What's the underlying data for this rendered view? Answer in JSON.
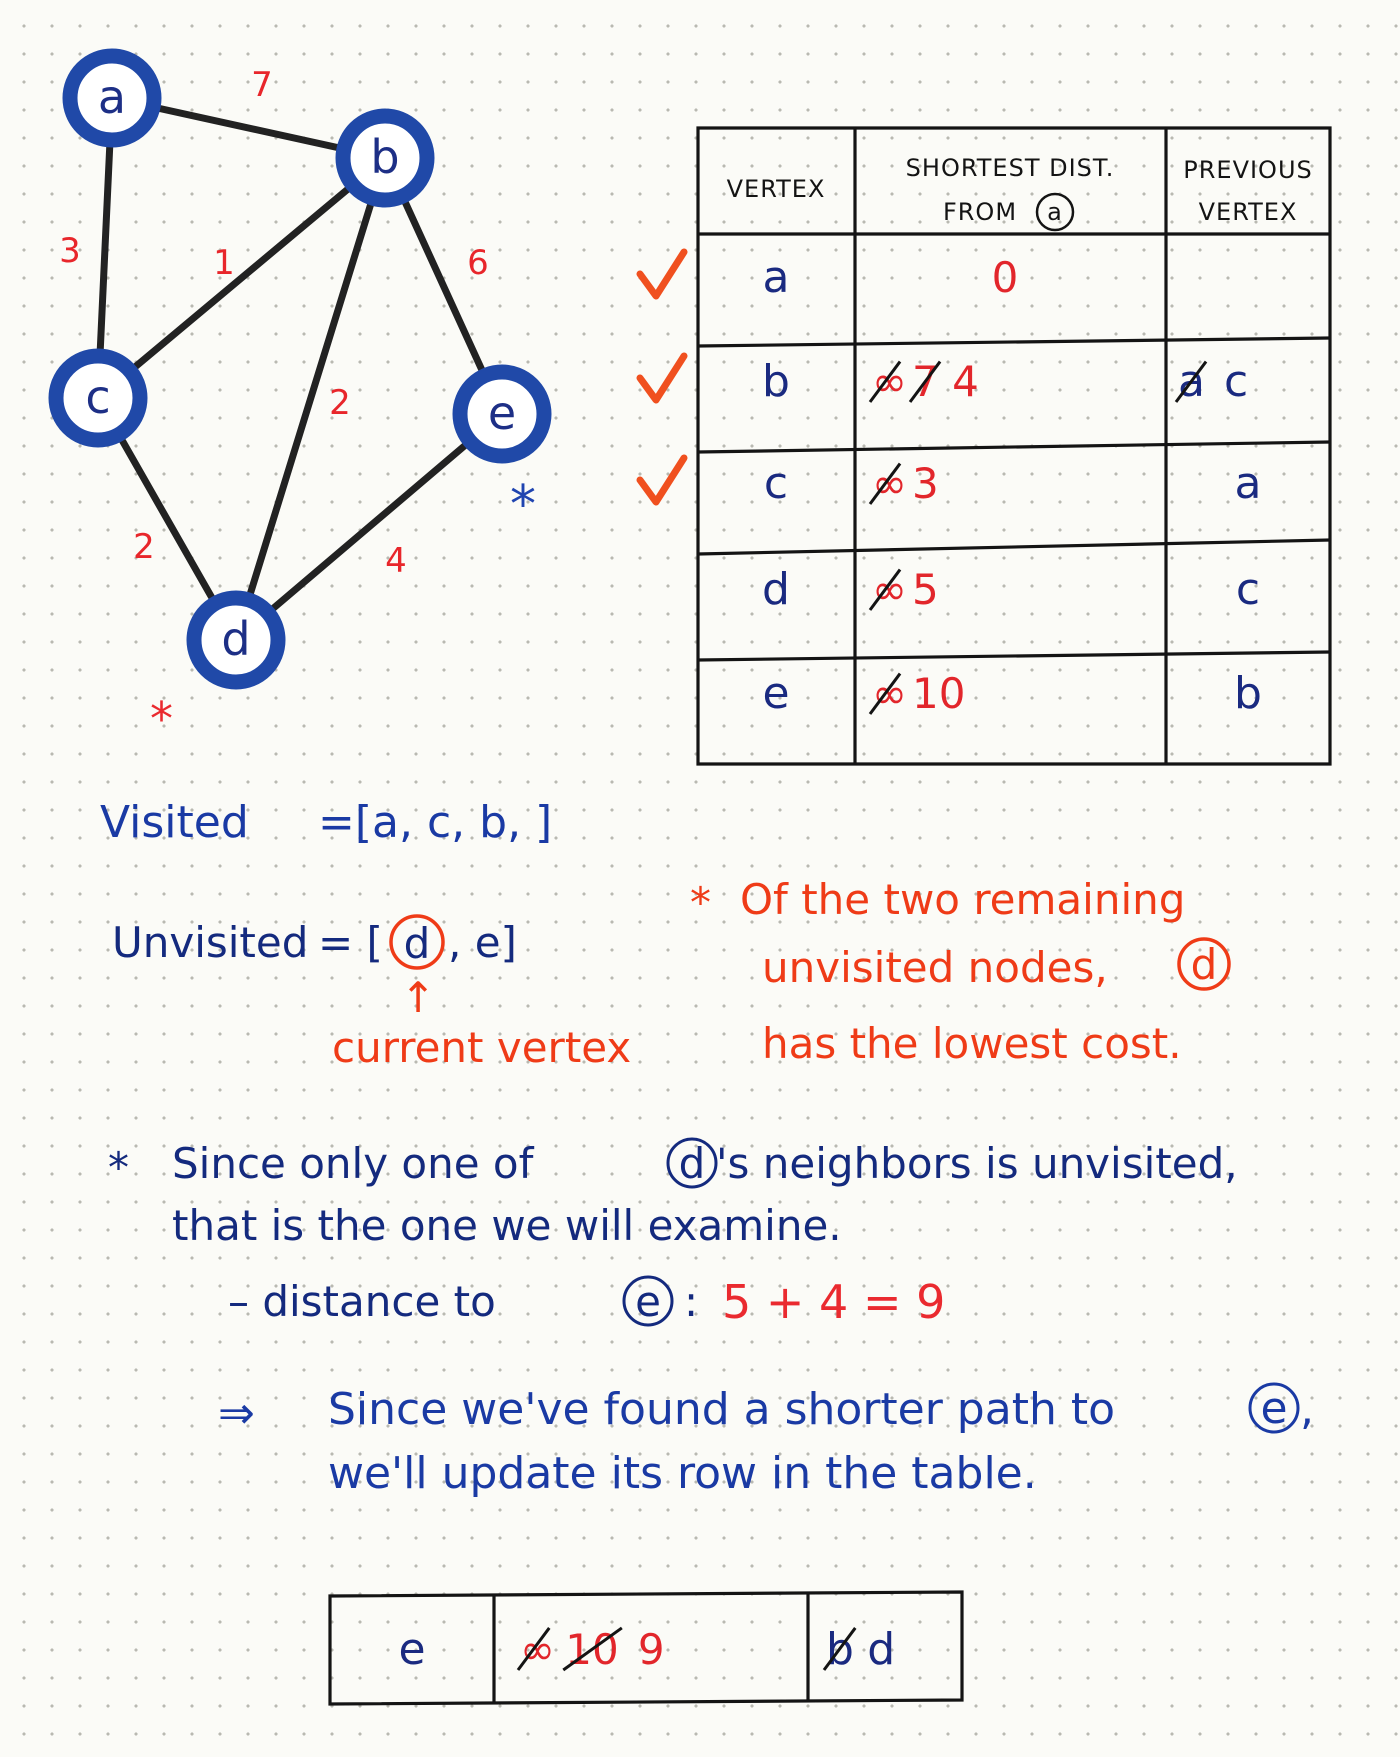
{
  "graph": {
    "nodes": [
      {
        "id": "a",
        "label": "a"
      },
      {
        "id": "b",
        "label": "b"
      },
      {
        "id": "c",
        "label": "c"
      },
      {
        "id": "d",
        "label": "d"
      },
      {
        "id": "e",
        "label": "e"
      }
    ],
    "edges": [
      {
        "from": "a",
        "to": "b",
        "weight": "7"
      },
      {
        "from": "a",
        "to": "c",
        "weight": "3"
      },
      {
        "from": "b",
        "to": "c",
        "weight": "1"
      },
      {
        "from": "b",
        "to": "d",
        "weight": "2"
      },
      {
        "from": "b",
        "to": "e",
        "weight": "6"
      },
      {
        "from": "c",
        "to": "d",
        "weight": "2"
      },
      {
        "from": "d",
        "to": "e",
        "weight": "4"
      }
    ],
    "marked_nodes": {
      "d": "*",
      "e": "*"
    }
  },
  "table": {
    "headers": {
      "vertex": "VERTEX",
      "dist_line1": "SHORTEST DIST.",
      "dist_line2": "FROM",
      "dist_circled": "a",
      "prev_line1": "PREVIOUS",
      "prev_line2": "VERTEX"
    },
    "rows": [
      {
        "vertex": "a",
        "dist_struck": [],
        "dist": "0",
        "prev_struck": "",
        "prev": "",
        "checked": true
      },
      {
        "vertex": "b",
        "dist_struck": [
          "∞",
          "7"
        ],
        "dist": "4",
        "prev_struck": "a",
        "prev": "c",
        "checked": true
      },
      {
        "vertex": "c",
        "dist_struck": [
          "∞"
        ],
        "dist": "3",
        "prev_struck": "",
        "prev": "a",
        "checked": true
      },
      {
        "vertex": "d",
        "dist_struck": [
          "∞"
        ],
        "dist": "5",
        "prev_struck": "",
        "prev": "c",
        "checked": false
      },
      {
        "vertex": "e",
        "dist_struck": [
          "∞"
        ],
        "dist": "10",
        "prev_struck": "",
        "prev": "b",
        "checked": false
      }
    ],
    "check_mark": "✓"
  },
  "lists": {
    "visited_label": "Visited",
    "visited_values": "=[a, c, b, ]",
    "unvisited_label": "Unvisited",
    "unvisited_open": "= [",
    "unvisited_current": "d",
    "unvisited_rest": ", e]",
    "arrow": "↑",
    "current_label": "current vertex"
  },
  "note1": {
    "star": "*",
    "line1": "Of the two remaining",
    "line2": "unvisited nodes,",
    "line2_circled": "d",
    "line3": "has the lowest cost."
  },
  "note2": {
    "star": "*",
    "line1_a": "Since only one of",
    "line1_circled": "d",
    "line1_b": "'s neighbors is unvisited,",
    "line2": "that is the one we will examine.",
    "distance_prefix": "– distance to",
    "distance_circled": "e",
    "distance_colon": ":",
    "distance_expr": "5 + 4 = 9"
  },
  "note3": {
    "arrow": "⇒",
    "line1": "Since we've found a shorter path to",
    "line1_circled": "e",
    "line1_end": ",",
    "line2": "we'll update its row in the table."
  },
  "updated_row": {
    "vertex": "e",
    "dist_struck": [
      "∞",
      "10"
    ],
    "dist": "9",
    "prev_struck": "b",
    "prev": "d"
  }
}
